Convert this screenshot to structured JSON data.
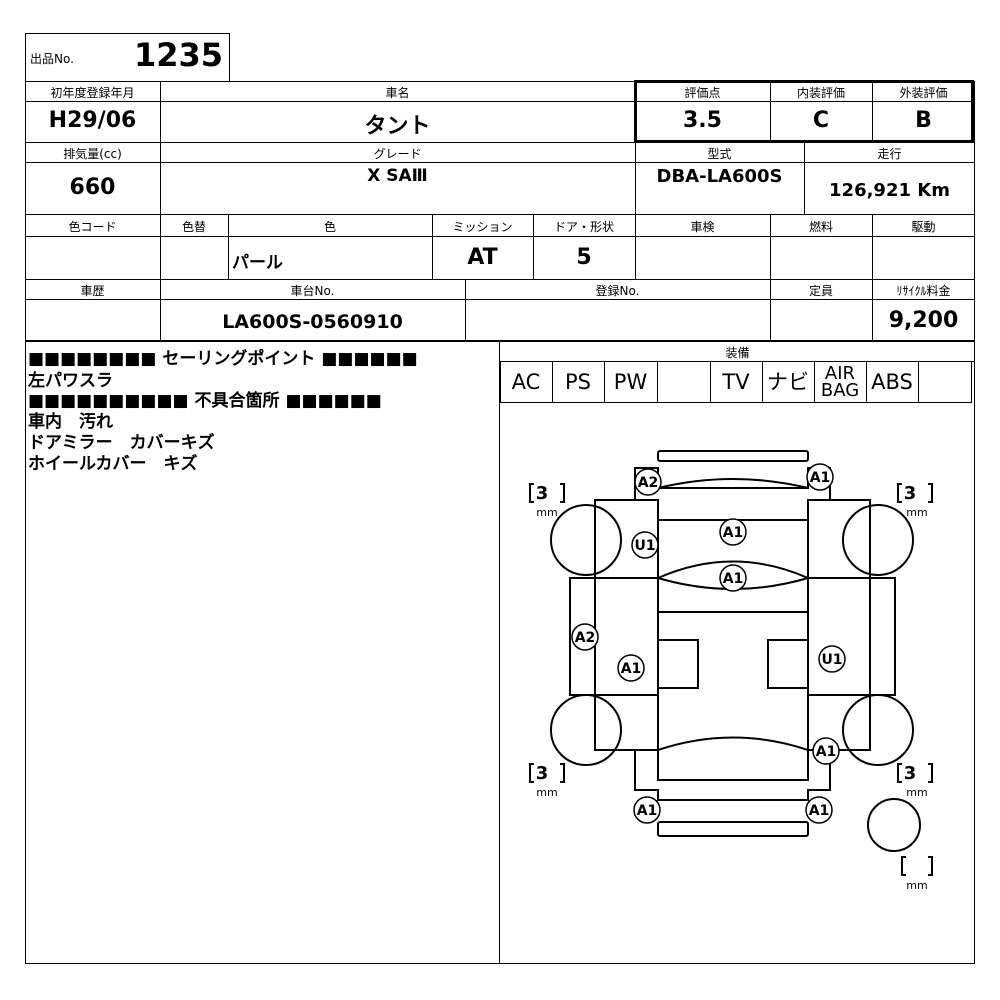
{
  "lot": {
    "label": "出品No.",
    "number": "1235"
  },
  "row1": {
    "reg_label": "初年度登録年月",
    "reg_value": "H29/06",
    "name_label": "車名",
    "name_value": "タント",
    "score_label": "評価点",
    "score_value": "3.5",
    "interior_label": "内装評価",
    "interior_value": "C",
    "exterior_label": "外装評価",
    "exterior_value": "B"
  },
  "row2": {
    "displacement_label": "排気量(cc)",
    "displacement_value": "660",
    "grade_label": "グレード",
    "grade_value": "X SAⅢ",
    "model_label": "型式",
    "model_value": "DBA-LA600S",
    "mileage_label": "走行",
    "mileage_value": "126,921 Km"
  },
  "row3": {
    "color_code_label": "色コード",
    "color_change_label": "色替",
    "color_label": "色",
    "color_value": "パール",
    "mission_label": "ミッション",
    "mission_value": "AT",
    "door_label": "ドア・形状",
    "door_value": "5",
    "inspection_label": "車検",
    "fuel_label": "燃料",
    "drive_label": "駆動"
  },
  "row4": {
    "history_label": "車歴",
    "chassis_label": "車台No.",
    "chassis_value": "LA600S-0560910",
    "regno_label": "登録No.",
    "capacity_label": "定員",
    "recycle_label": "ﾘｻｲｸﾙ料金",
    "recycle_value": "9,200"
  },
  "notes": {
    "selling_header": "■■■■■■■■ セーリングポイント ■■■■■■",
    "selling_point": "左パワスラ",
    "defect_header": "■■■■■■■■■■ 不具合箇所 ■■■■■■",
    "defects": [
      "車内　汚れ",
      "ドアミラー　カバーキズ",
      "ホイールカバー　キズ"
    ]
  },
  "equipment": {
    "label": "装備",
    "items": [
      "AC",
      "PS",
      "PW",
      "",
      "TV",
      "ナビ",
      "AIR\nBAG",
      "ABS",
      ""
    ]
  },
  "diagram": {
    "marks": [
      "A2",
      "A1",
      "A1",
      "U1",
      "A1",
      "A2",
      "A1",
      "U1",
      "A1",
      "A1",
      "A1"
    ],
    "tires": [
      "3",
      "3",
      "3",
      "3",
      ""
    ],
    "unit": "mm"
  }
}
